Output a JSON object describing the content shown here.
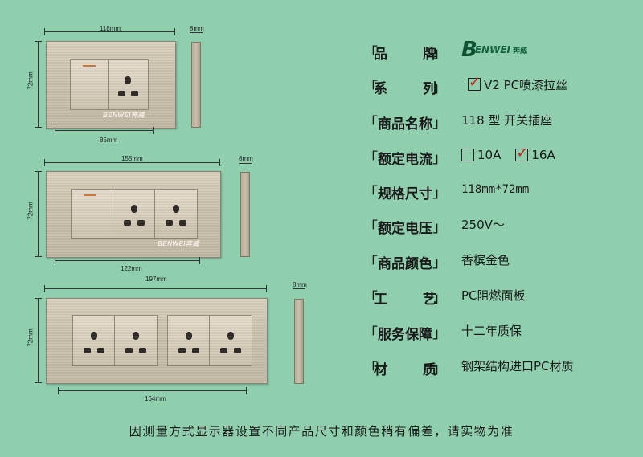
{
  "dimensions": {
    "p1_width": "118mm",
    "p1_height": "72mm",
    "p1_depth": "8mm",
    "p1_inner": "85mm",
    "p2_width": "155mm",
    "p2_height": "72mm",
    "p2_depth": "8mm",
    "p2_inner": "122mm",
    "p3_width": "197mm",
    "p3_height": "72mm",
    "p3_depth": "8mm",
    "p3_inner": "164mm"
  },
  "brand_mark": "BENWEI奔威",
  "specs": {
    "brand": {
      "label_chars": [
        "品",
        "牌"
      ],
      "logo_text": "ENWEI",
      "logo_cn": "奔威",
      "logo_b": "B"
    },
    "series": {
      "label_chars": [
        "系",
        "列"
      ],
      "value": "V2 PC喷漆拉丝"
    },
    "product_name": {
      "label": "商品名称",
      "value": "118 型 开关插座"
    },
    "current": {
      "label": "额定电流",
      "option1": "10A",
      "option2": "16A"
    },
    "size": {
      "label": "规格尺寸",
      "value": "118mm*72mm"
    },
    "voltage": {
      "label": "额定电压",
      "value": "250V～"
    },
    "color": {
      "label": "商品颜色",
      "value": "香槟金色"
    },
    "craft": {
      "label_chars": [
        "工",
        "艺"
      ],
      "value": "PC阻燃面板"
    },
    "service": {
      "label": "服务保障",
      "value": "十二年质保"
    },
    "material": {
      "label_chars": [
        "材",
        "质"
      ],
      "value": "钢架结构进口PC材质"
    },
    "bracket_left": "「",
    "bracket_right": "」",
    "check_mark": "✓"
  },
  "footer": "因测量方式显示器设置不同产品尺寸和颜色稍有偏差，请实物为准"
}
